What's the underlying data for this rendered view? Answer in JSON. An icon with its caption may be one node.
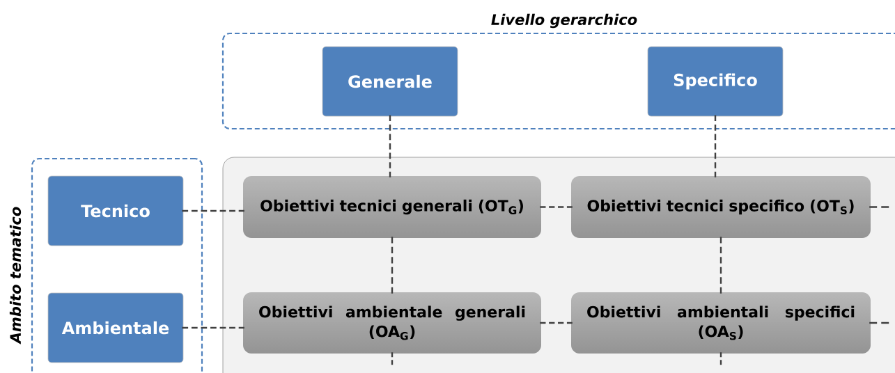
{
  "diagram": {
    "nodes": [
      {
        "text": [
          "Livello gerarchico"
        ]
      },
      {
        "text": [
          "Generale"
        ],
        "in": 0
      },
      {
        "text": [
          "Specifico"
        ],
        "in": 0
      },
      {
        "text": [
          "Ambito tematico"
        ]
      },
      {
        "text": [
          "Tecnico"
        ],
        "in": 3
      },
      {
        "text": [
          "Ambientale"
        ],
        "in": 3
      },
      {
        "text": [],
        "shape": "box"
      },
      {
        "text": [
          "Obiettivi tecnici generali (OT$_{G}$)"
        ],
        "in": 6
      },
      {
        "text": [
          "Obiettivi tecnici specifico (OT$_{S}$)"
        ],
        "in": 6
      },
      {
        "text": [
          "Obiettivi ambientale generali (OA$_{G}$)"
        ],
        "in": 6
      },
      {
        "text": [
          "Obiettivi ambientali specifici (OA$_{S}$)"
        ],
        "in": 6
      }
    ],
    "edges": [
      {
        "from": 1,
        "to": 7,
        "arrow": "none",
        "style": "dashed"
      },
      {
        "from": 7,
        "to": 9,
        "arrow": "none",
        "style": "dashed"
      },
      {
        "from": 9,
        "to": null,
        "arrow": "none",
        "style": "dashed"
      },
      {
        "from": 2,
        "to": 8,
        "arrow": "none",
        "style": "dashed"
      },
      {
        "from": 8,
        "to": 10,
        "arrow": "none",
        "style": "dashed"
      },
      {
        "from": 10,
        "to": null,
        "arrow": "none",
        "style": "dashed"
      },
      {
        "from": 4,
        "to": 7,
        "arrow": "none",
        "style": "dashed"
      },
      {
        "from": 7,
        "to": 8,
        "arrow": "none",
        "style": "dashed"
      },
      {
        "from": 8,
        "to": null,
        "arrow": "none",
        "style": "dashed"
      },
      {
        "from": 5,
        "to": 9,
        "arrow": "none",
        "style": "dashed"
      },
      {
        "from": 9,
        "to": 10,
        "arrow": "none",
        "style": "dashed"
      },
      {
        "from": 10,
        "to": null,
        "arrow": "none",
        "style": "dashed"
      }
    ]
  }
}
